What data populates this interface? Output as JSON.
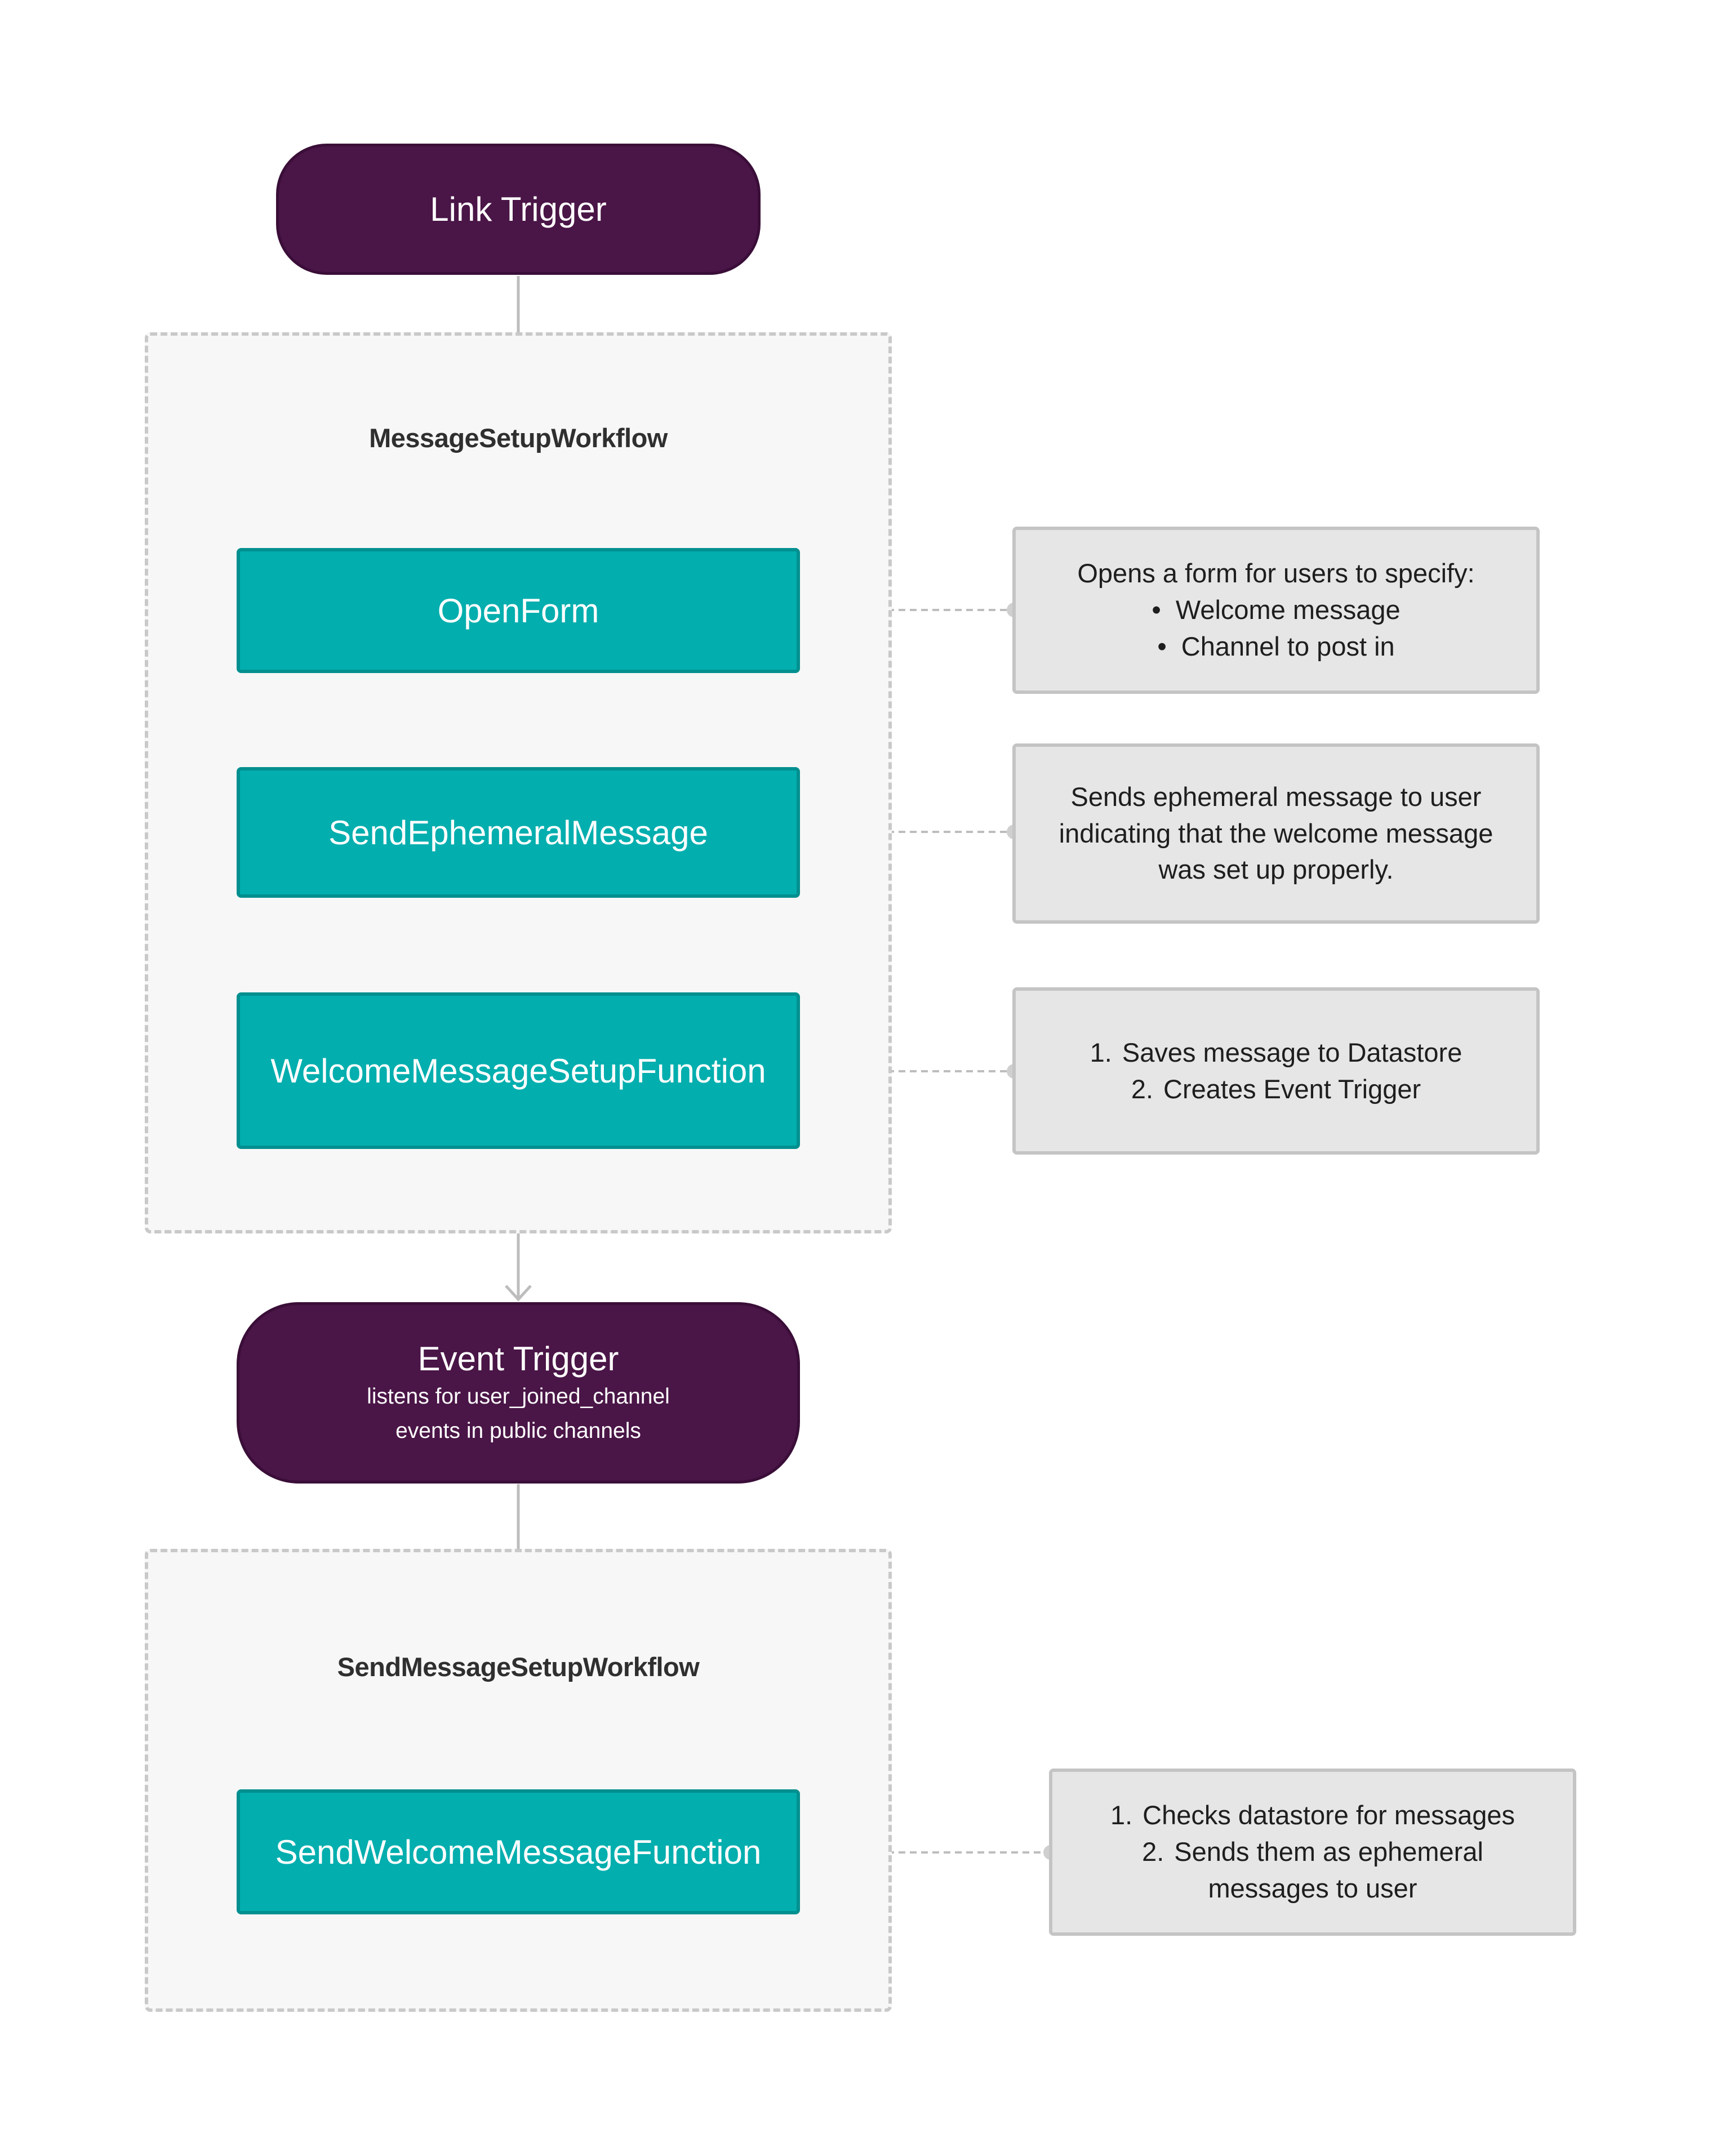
{
  "colors": {
    "trigger": "#4a1547",
    "function": "#03aeae",
    "note": "#e6e6e6",
    "group": "#f7f7f7",
    "connector": "#bdbdbd"
  },
  "link_trigger": {
    "title": "Link Trigger"
  },
  "message_setup_workflow": {
    "label": "MessageSetupWorkflow",
    "steps": [
      {
        "label": "OpenForm"
      },
      {
        "label": "SendEphemeralMessage"
      },
      {
        "label": "WelcomeMessageSetupFunction"
      }
    ]
  },
  "event_trigger": {
    "title": "Event Trigger",
    "subtitle_line1": "listens for user_joined_channel",
    "subtitle_line2": "events in public channels"
  },
  "send_message_setup_workflow": {
    "label": "SendMessageSetupWorkflow",
    "steps": [
      {
        "label": "SendWelcomeMessageFunction"
      }
    ]
  },
  "notes": {
    "open_form": {
      "intro": "Opens a form for users to specify:",
      "bullets": [
        "Welcome message",
        "Channel to post in"
      ]
    },
    "send_ephemeral": {
      "lines": [
        "Sends ephemeral message to user",
        "indicating that the welcome message",
        "was set up properly."
      ]
    },
    "welcome_setup": {
      "items": [
        {
          "num": "1.",
          "text": "Saves message to Datastore"
        },
        {
          "num": "2.",
          "text": "Creates Event Trigger"
        }
      ]
    },
    "send_welcome": {
      "items": [
        {
          "num": "1.",
          "text": "Checks datastore for messages"
        },
        {
          "num": "2.",
          "text": "Sends them as ephemeral"
        }
      ],
      "continuation": "messages to user"
    }
  }
}
